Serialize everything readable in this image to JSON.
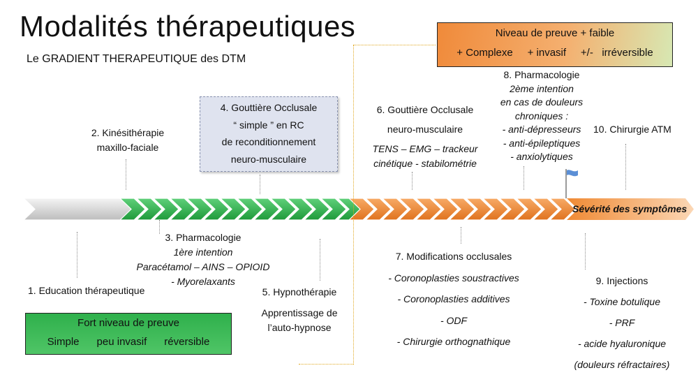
{
  "title": "Modalités thérapeutiques",
  "subtitle": "Le GRADIENT THERAPEUTIQUE des DTM",
  "top_box": {
    "line1": "Niveau de preuve + faible",
    "items": [
      "+ Complexe",
      "+ invasif",
      "+/-",
      "irréversible"
    ]
  },
  "bottom_box": {
    "line1": "Fort niveau de preuve",
    "items": [
      "Simple",
      "peu invasif",
      "réversible"
    ]
  },
  "axis_label": "Sévérité des symptômes",
  "items": {
    "i1": {
      "title": "1. Education thérapeutique"
    },
    "i2": {
      "line1": "2. Kinésithérapie",
      "line2": "maxillo-faciale"
    },
    "i3": {
      "title": "3. Pharmacologie",
      "lines": [
        "1ère intention",
        "Paracétamol – AINS – OPIOID",
        "- Myorelaxants"
      ]
    },
    "i4": {
      "lines": [
        "4. Gouttière Occlusale",
        "“ simple ” en RC",
        "de reconditionnement",
        "neuro-musculaire"
      ]
    },
    "i5": {
      "title": "5. Hypnothérapie",
      "line2": "Apprentissage de",
      "line3": "l’auto-hypnose"
    },
    "i6": {
      "line1": "6. Gouttière Occlusale",
      "line2": "neuro-musculaire",
      "it1": "TENS – EMG – trackeur",
      "it2": "cinétique - stabilométrie"
    },
    "i7": {
      "title": "7. Modifications occlusales",
      "lines": [
        "- Coronoplasties soustractives",
        "- Coronoplasties additives",
        "- ODF",
        "- Chirurgie orthognathique"
      ]
    },
    "i8": {
      "title": "8. Pharmacologie",
      "lines": [
        "2ème intention",
        "en cas de douleurs",
        "chroniques :",
        "- anti-dépresseurs",
        "- anti-épileptiques",
        "- anxiolytiques"
      ]
    },
    "i9": {
      "title": "9. Injections",
      "lines": [
        "- Toxine botulique",
        "- PRF",
        "- acide hyaluronique",
        "(douleurs réfractaires)"
      ]
    },
    "i10": {
      "title": "10. Chirurgie ATM"
    }
  },
  "colors": {
    "gray": "#cfcfcf",
    "green": "#2db34a",
    "orange": "#f28a34"
  }
}
